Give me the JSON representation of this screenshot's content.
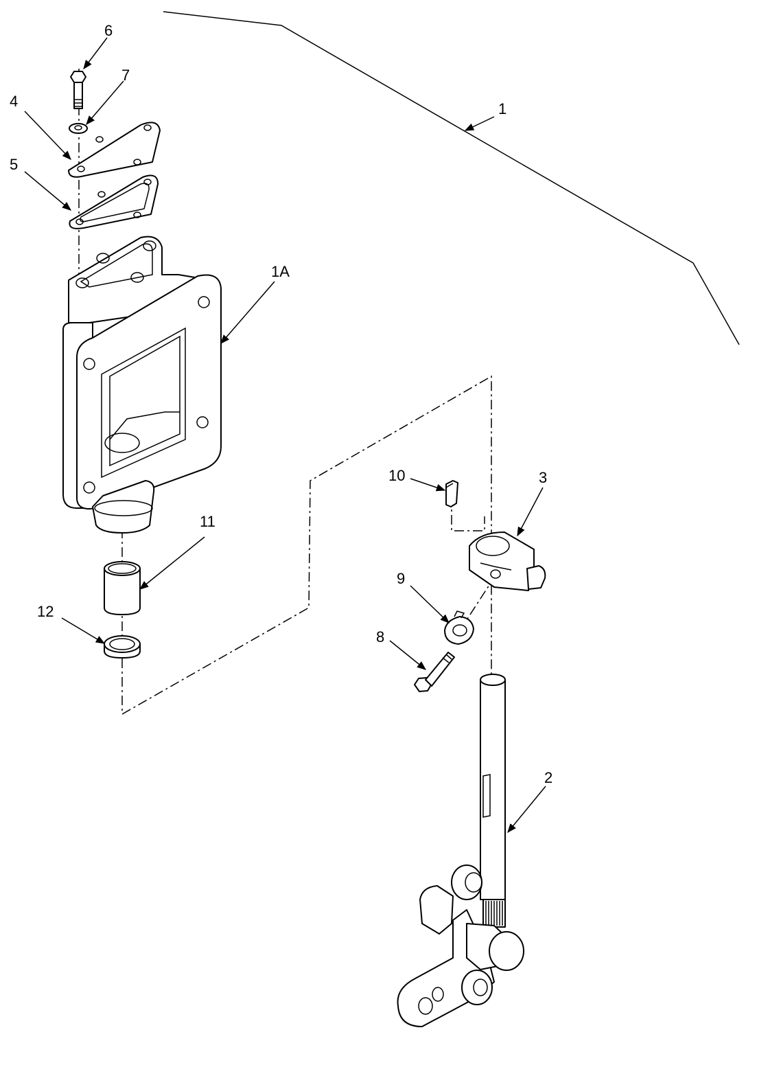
{
  "callouts": {
    "c1": "1",
    "c1a": "1A",
    "c2": "2",
    "c3": "3",
    "c4": "4",
    "c5": "5",
    "c6": "6",
    "c7": "7",
    "c8": "8",
    "c9": "9",
    "c10": "10",
    "c11": "11",
    "c12": "12"
  }
}
